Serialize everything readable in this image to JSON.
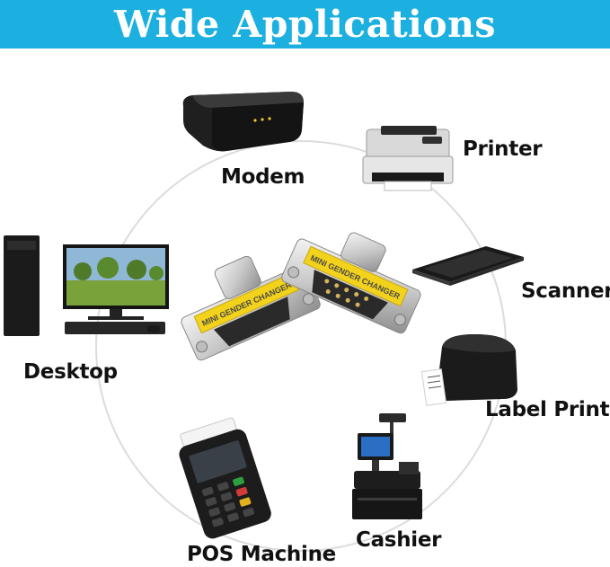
{
  "banner": {
    "title": "Wide Applications",
    "color": "#1cb0e0"
  },
  "center_product": {
    "label_left": "MINI GENDER CHANGER",
    "label_right": "MINI GENDER CHANGER",
    "label_color": "#f2d21b"
  },
  "applications": [
    {
      "label": "Modem",
      "icon": "modem-icon"
    },
    {
      "label": "Printer",
      "icon": "printer-icon"
    },
    {
      "label": "Scanner",
      "icon": "scanner-icon"
    },
    {
      "label": "Label Printer",
      "icon": "label-printer-icon"
    },
    {
      "label": "Cashier",
      "icon": "cashier-icon"
    },
    {
      "label": "POS Machine",
      "icon": "pos-machine-icon"
    },
    {
      "label": "Desktop",
      "icon": "desktop-icon"
    }
  ]
}
